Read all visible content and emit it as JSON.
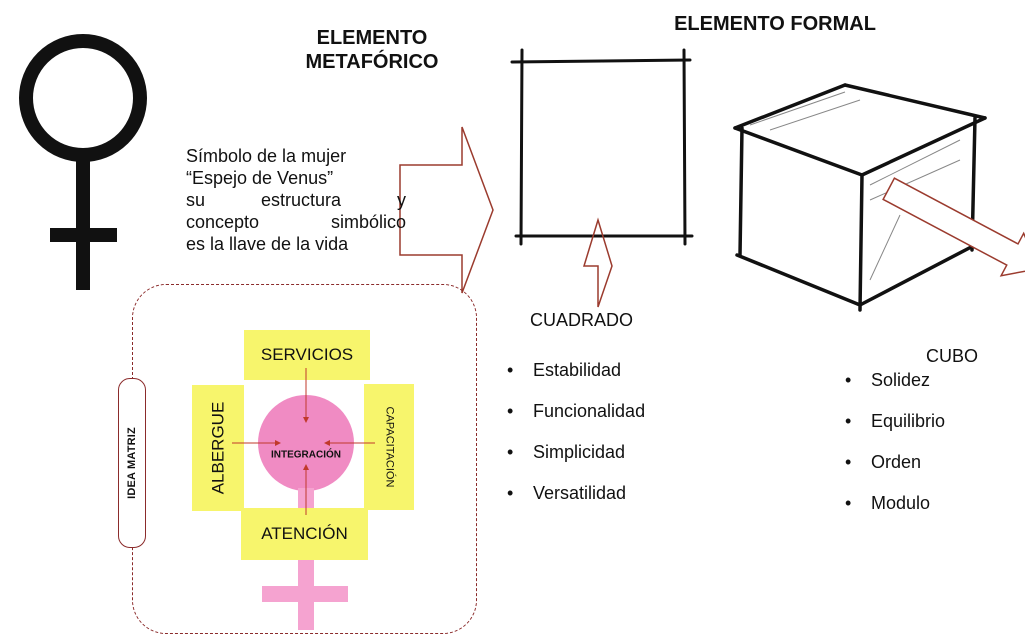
{
  "headings": {
    "metaforico": [
      "ELEMENTO",
      "METAFÓRICO"
    ],
    "formal": "ELEMENTO FORMAL"
  },
  "description_lines": [
    "Símbolo de la mujer",
    "“Espejo de Venus”",
    "su estructura y",
    "concepto simbólico",
    "es la llave de la vida"
  ],
  "idea_matriz": {
    "label": "IDEA MATRIZ",
    "top": "SERVICIOS",
    "bottom": "ATENCIÓN",
    "left": "ALBERGUE",
    "right": "CAPACITACIÓN",
    "center": "INTEGRACIÓN"
  },
  "cuadrado": {
    "label": "CUADRADO",
    "bullets": [
      "Estabilidad",
      "Funcionalidad",
      "Simplicidad",
      "Versatilidad"
    ]
  },
  "cubo": {
    "label": "CUBO",
    "bullets": [
      "Solidez",
      "Equilibrio",
      "Orden",
      "Modulo"
    ]
  },
  "colors": {
    "yellow": "#f7f56c",
    "pink": "#f08bc3",
    "dark_red": "#8b2b2b",
    "arrow_red": "#c0392b",
    "symbol": "#111111"
  },
  "icons": {
    "venus": "venus-symbol-icon",
    "square": "square-sketch-icon",
    "cube": "cube-sketch-icon"
  }
}
